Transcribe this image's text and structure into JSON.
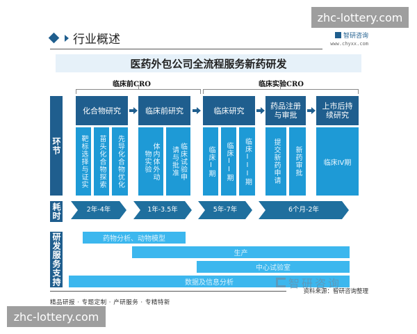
{
  "header": {
    "section_title": "行业概述",
    "brand_name": "智研咨询",
    "brand_url": "www.chyxx.com"
  },
  "diagram": {
    "title": "医药外包公司全流程服务新药研发",
    "categories": [
      {
        "label": "临床前CRO"
      },
      {
        "label": "临床实验CRO"
      }
    ],
    "row_labels": {
      "stages": "环节",
      "duration": "耗时",
      "support": "研发服务支持"
    },
    "stages": [
      {
        "label": "化合物研究",
        "substeps": [
          "靶标选择与证实",
          "苗头化合物探索",
          "先导化合物优化"
        ],
        "duration": "2年-4年"
      },
      {
        "label": "临床前研究",
        "substeps": [
          "体内体外动物实验",
          "临床试验申请与批准"
        ],
        "duration": "1年-3.5年"
      },
      {
        "label": "临床研究",
        "substeps": [
          "临床I期",
          "临床II期",
          "临床III期"
        ],
        "duration": "5年-7年"
      },
      {
        "label": "药品注册与审批",
        "substeps": [
          "提交新药申请",
          "新药审批"
        ],
        "duration": "6个月-2年"
      },
      {
        "label": "上市后持续研究",
        "substeps": [
          "临床IV期"
        ]
      }
    ],
    "support_services": [
      {
        "label": "药物分析、动物模型"
      },
      {
        "label": "生产"
      },
      {
        "label": "中心试验室"
      },
      {
        "label": "数据及信息分析"
      }
    ],
    "watermark": "智研咨询"
  },
  "footer": {
    "source": "资料来源：智研咨询整理",
    "slogan": "精品研报 · 专题定制 · 产研服务 · 专精特新"
  },
  "overlays": {
    "top_right": "zhc-lottery.com",
    "bottom_left": "zhc-lottery.com"
  },
  "colors": {
    "dark_blue": "#1f5e8e",
    "light_blue": "#1e9ad6",
    "service_blue": "#3cb7ee",
    "title_bg": "#e6f1f9"
  }
}
